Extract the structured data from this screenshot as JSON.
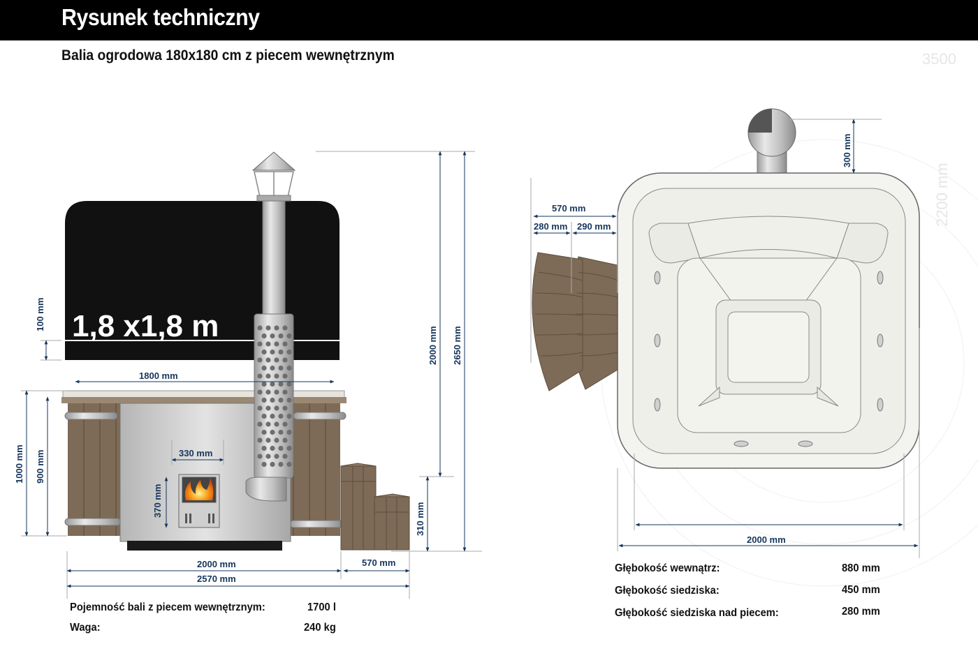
{
  "header": {
    "title": "Rysunek techniczny"
  },
  "subtitle": "Balia ogrodowa 180x180 cm z piecem wewnętrznym",
  "watermark": {
    "top": "3500",
    "side": "2200 mm"
  },
  "side_view": {
    "cover_label": "1,8 x1,8 m",
    "dims": {
      "cover_thickness": "100 mm",
      "width_inner": "1800 mm",
      "door_width": "330 mm",
      "door_height": "370 mm",
      "height_total": "1000 mm",
      "height_wall": "900 mm",
      "height_chimney": "2000 mm",
      "height_overall": "2650 mm",
      "stairs_height": "310 mm",
      "base_width": "2000 mm",
      "stairs_width": "570 mm",
      "total_width": "2570 mm"
    }
  },
  "top_view": {
    "dims": {
      "chimney_offset": "300 mm",
      "stairs_total": "570 mm",
      "step1": "280 mm",
      "step2": "290 mm",
      "width": "2000 mm"
    }
  },
  "specs_left": [
    {
      "label": "Pojemność bali z piecem wewnętrznym:",
      "value": "1700 l"
    },
    {
      "label": "Waga:",
      "value": "240 kg"
    }
  ],
  "specs_right": [
    {
      "label": "Głębokość wewnątrz:",
      "value": "880 mm"
    },
    {
      "label": "Głębokość siedziska:",
      "value": "450 mm"
    },
    {
      "label": "Głębokość siedziska nad piecem:",
      "value": "280 mm"
    }
  ],
  "colors": {
    "wood": "#7d6b57",
    "wood_light": "#8f7c67",
    "steel": "#c4c4c4",
    "cover": "#111111",
    "dimension": "#16365c",
    "tub_fill": "#f3f3ef"
  }
}
